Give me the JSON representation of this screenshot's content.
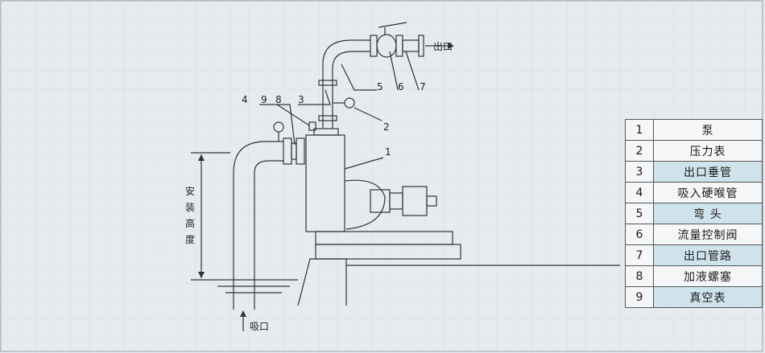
{
  "diagram": {
    "outlet_label": "出口",
    "inlet_label": "吸口",
    "height_label": [
      "安",
      "装",
      "高",
      "度"
    ],
    "callouts": [
      "1",
      "2",
      "3",
      "4",
      "5",
      "6",
      "7",
      "8",
      "9"
    ]
  },
  "legend": {
    "rows": [
      {
        "num": "1",
        "name": "泵"
      },
      {
        "num": "2",
        "name": "压力表"
      },
      {
        "num": "3",
        "name": "出口垂管"
      },
      {
        "num": "4",
        "name": "吸入硬喉管"
      },
      {
        "num": "5",
        "name": "弯 头"
      },
      {
        "num": "6",
        "name": "流量控制阀"
      },
      {
        "num": "7",
        "name": "出口管路"
      },
      {
        "num": "8",
        "name": "加液螺塞"
      },
      {
        "num": "9",
        "name": "真空表"
      }
    ]
  },
  "colors": {
    "background": "#e6ebf0",
    "line": "#333333",
    "legend_highlight": "#cfe3ec"
  }
}
